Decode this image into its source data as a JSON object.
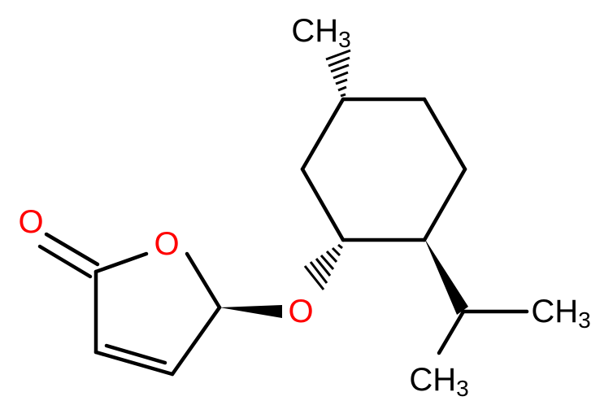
{
  "molecule": {
    "atoms": {
      "ch3_top": {
        "main": "CH",
        "sub": "3",
        "color": "#000000"
      },
      "o_carbonyl": {
        "main": "O",
        "color": "#ff0000"
      },
      "o_ring": {
        "main": "O",
        "color": "#ff0000"
      },
      "o_ether": {
        "main": "O",
        "color": "#ff0000"
      },
      "ch3_right": {
        "main": "CH",
        "sub": "3",
        "color": "#000000"
      },
      "ch3_bottom": {
        "main": "CH",
        "sub": "3",
        "color": "#000000"
      }
    },
    "colors": {
      "bond": "#000000",
      "oxygen": "#ff0000",
      "carbon": "#000000"
    }
  }
}
